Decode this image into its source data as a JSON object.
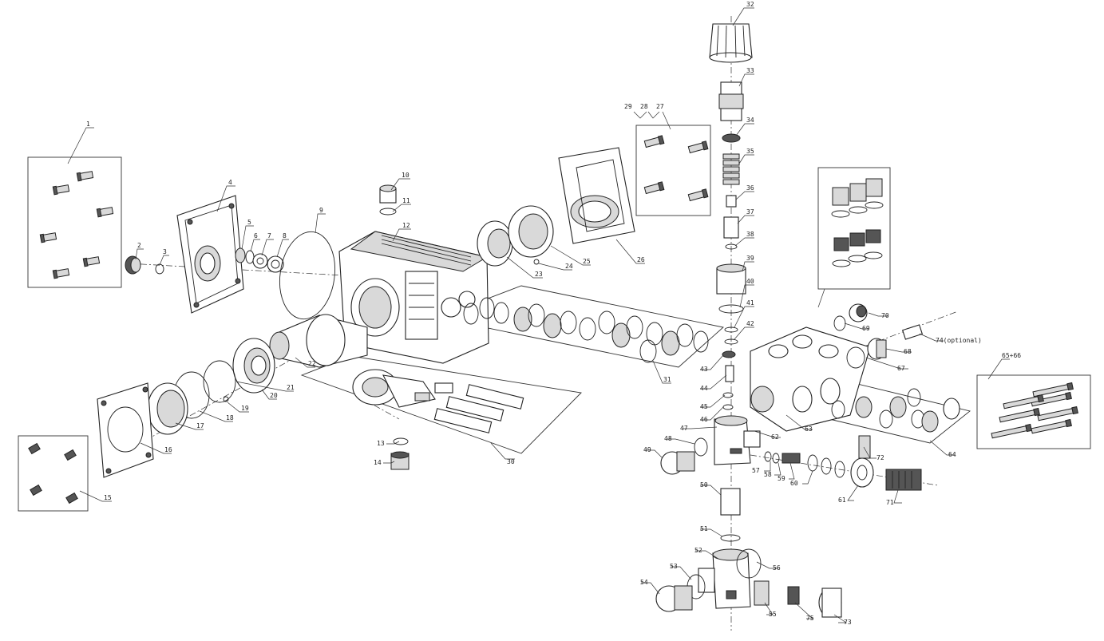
{
  "callouts": [
    {
      "id": "c1",
      "text": "1"
    },
    {
      "id": "c2",
      "text": "2"
    },
    {
      "id": "c3",
      "text": "3"
    },
    {
      "id": "c4",
      "text": "4"
    },
    {
      "id": "c5",
      "text": "5"
    },
    {
      "id": "c6",
      "text": "6"
    },
    {
      "id": "c7",
      "text": "7"
    },
    {
      "id": "c8",
      "text": "8"
    },
    {
      "id": "c9",
      "text": "9"
    },
    {
      "id": "c10",
      "text": "10"
    },
    {
      "id": "c11",
      "text": "11"
    },
    {
      "id": "c12",
      "text": "12"
    },
    {
      "id": "c13",
      "text": "13"
    },
    {
      "id": "c14",
      "text": "14"
    },
    {
      "id": "c15",
      "text": "15"
    },
    {
      "id": "c16",
      "text": "16"
    },
    {
      "id": "c17",
      "text": "17"
    },
    {
      "id": "c18",
      "text": "18"
    },
    {
      "id": "c19",
      "text": "19"
    },
    {
      "id": "c20",
      "text": "20"
    },
    {
      "id": "c21",
      "text": "21"
    },
    {
      "id": "c22",
      "text": "22"
    },
    {
      "id": "c23",
      "text": "23"
    },
    {
      "id": "c24",
      "text": "24"
    },
    {
      "id": "c25",
      "text": "25"
    },
    {
      "id": "c26",
      "text": "26"
    },
    {
      "id": "c27",
      "text": "27"
    },
    {
      "id": "c28",
      "text": "28"
    },
    {
      "id": "c29",
      "text": "29"
    },
    {
      "id": "c30",
      "text": "30"
    },
    {
      "id": "c31",
      "text": "31"
    },
    {
      "id": "c32",
      "text": "32"
    },
    {
      "id": "c33",
      "text": "33"
    },
    {
      "id": "c34",
      "text": "34"
    },
    {
      "id": "c35",
      "text": "35"
    },
    {
      "id": "c36",
      "text": "36"
    },
    {
      "id": "c37",
      "text": "37"
    },
    {
      "id": "c38",
      "text": "38"
    },
    {
      "id": "c39",
      "text": "39"
    },
    {
      "id": "c40",
      "text": "40"
    },
    {
      "id": "c41",
      "text": "41"
    },
    {
      "id": "c42",
      "text": "42"
    },
    {
      "id": "c43",
      "text": "43"
    },
    {
      "id": "c44",
      "text": "44"
    },
    {
      "id": "c45",
      "text": "45"
    },
    {
      "id": "c46",
      "text": "46"
    },
    {
      "id": "c47",
      "text": "47"
    },
    {
      "id": "c48",
      "text": "48"
    },
    {
      "id": "c49",
      "text": "49"
    },
    {
      "id": "c50",
      "text": "50"
    },
    {
      "id": "c51",
      "text": "51"
    },
    {
      "id": "c52",
      "text": "52"
    },
    {
      "id": "c53",
      "text": "53"
    },
    {
      "id": "c54",
      "text": "54"
    },
    {
      "id": "c55",
      "text": "55"
    },
    {
      "id": "c56",
      "text": "56"
    },
    {
      "id": "c57",
      "text": "57"
    },
    {
      "id": "c58",
      "text": "58"
    },
    {
      "id": "c59",
      "text": "59"
    },
    {
      "id": "c60",
      "text": "60"
    },
    {
      "id": "c61",
      "text": "61"
    },
    {
      "id": "c62",
      "text": "62"
    },
    {
      "id": "c63",
      "text": "63"
    },
    {
      "id": "c64",
      "text": "64"
    },
    {
      "id": "c6566",
      "text": "65+66"
    },
    {
      "id": "c67",
      "text": "67"
    },
    {
      "id": "c68",
      "text": "68"
    },
    {
      "id": "c69",
      "text": "69"
    },
    {
      "id": "c70",
      "text": "70"
    },
    {
      "id": "c71",
      "text": "71"
    },
    {
      "id": "c72",
      "text": "72"
    },
    {
      "id": "c73",
      "text": "73"
    },
    {
      "id": "c74",
      "text": "74(optional)"
    },
    {
      "id": "c75",
      "text": "75"
    }
  ]
}
